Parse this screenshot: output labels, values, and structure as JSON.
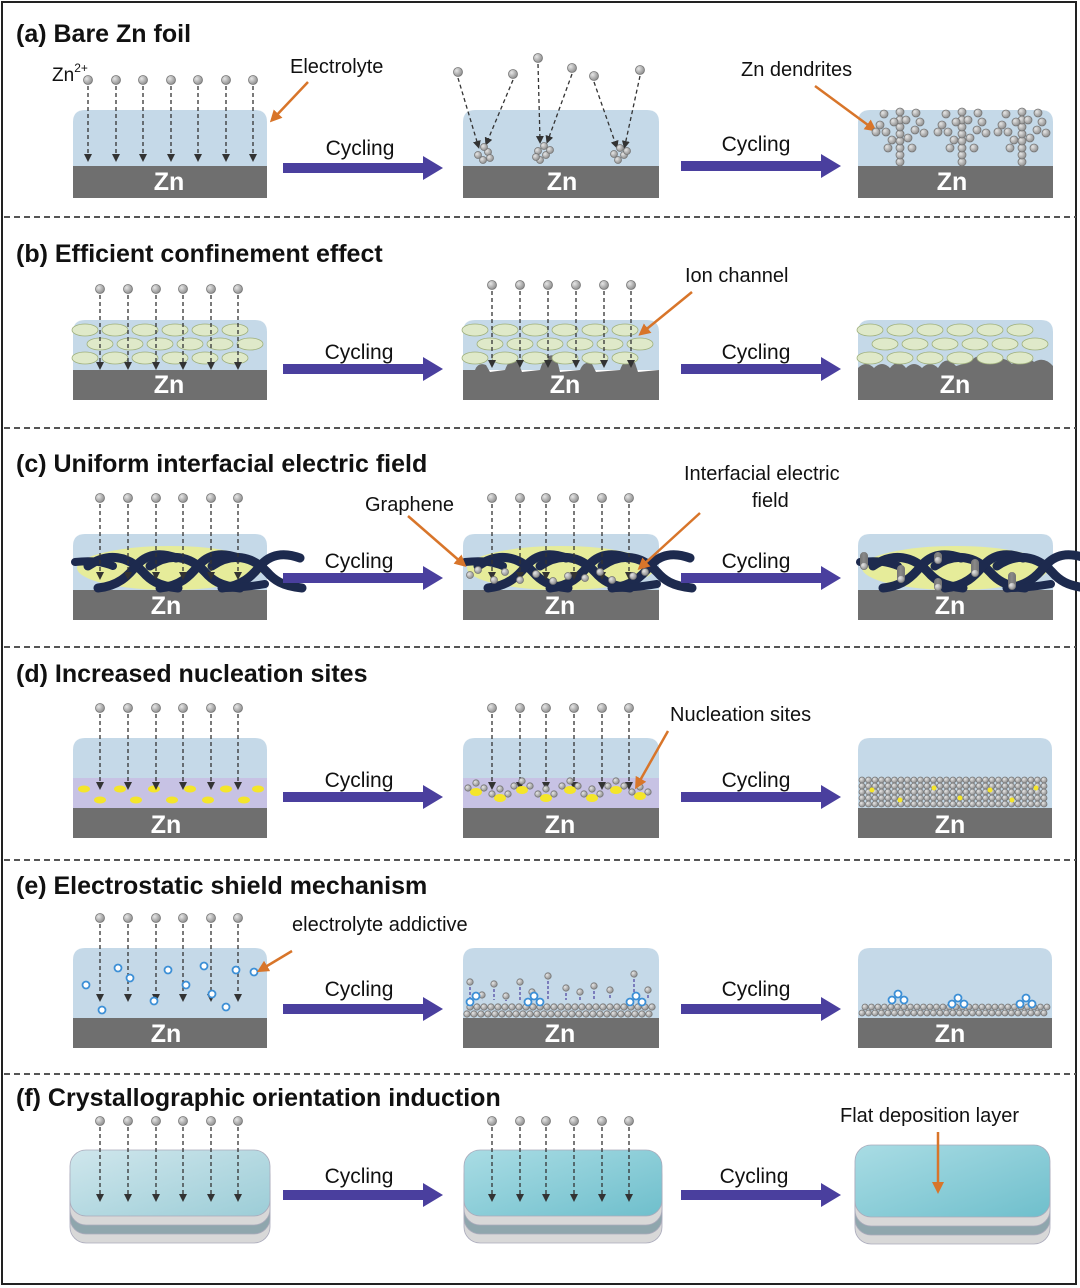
{
  "colors": {
    "electrolyte": "#c5d9e8",
    "zn": "#6f6f6f",
    "arrow_main": "#4a3f9e",
    "callout": "#d8752a",
    "ion": "#9c9c9c",
    "graphene": "#1d2a4e",
    "field": "#e6ec9a",
    "confinement": "#dfe9c9",
    "nucleation_layer": "#c7c2e4",
    "nucleation_site": "#f4e52b",
    "additive": "#3c8fd6",
    "substrate_top": "#8fcfd8",
    "panel_divider": "#555555"
  },
  "labels": {
    "zn": "Zn",
    "cycling": "Cycling"
  },
  "panels": [
    {
      "title": "(a) Bare Zn foil",
      "ion_label_base": "Zn",
      "ion_label_sup": "2+",
      "callouts": [
        "Electrolyte",
        "Zn dendrites"
      ]
    },
    {
      "title": "(b) Efficient confinement effect",
      "callouts": [
        "Ion channel"
      ]
    },
    {
      "title": "(c) Uniform interfacial electric field",
      "callouts": [
        "Graphene",
        "Interfacial electric",
        "field"
      ]
    },
    {
      "title": "(d) Increased nucleation sites",
      "callouts": [
        "Nucleation sites"
      ]
    },
    {
      "title": "(e) Electrostatic shield mechanism",
      "callouts": [
        "electrolyte addictive"
      ]
    },
    {
      "title": "(f) Crystallographic orientation induction",
      "callouts": [
        "Flat deposition layer"
      ]
    }
  ]
}
